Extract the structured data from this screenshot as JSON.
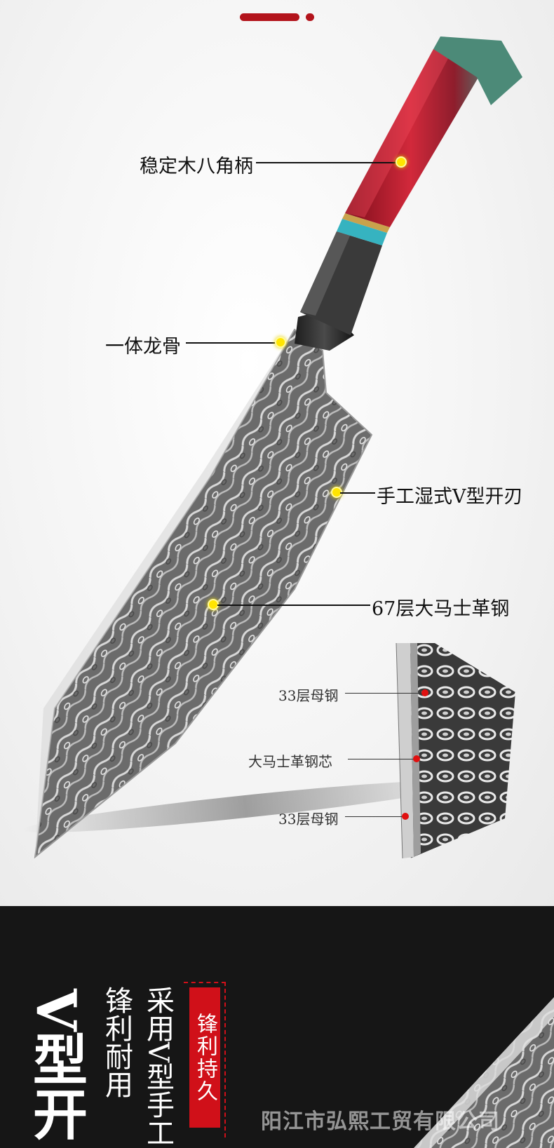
{
  "callouts": {
    "handle": "稳定木八角柄",
    "tang": "一体龙骨",
    "edge": "手工湿式V型开刃",
    "steel": "67层大马士革钢"
  },
  "layers": {
    "outer_top": "33层母钢",
    "core": "大马士革钢芯",
    "outer_bottom": "33层母钢"
  },
  "bottom": {
    "title": "V型开",
    "subtitle_1": "锋利耐用",
    "subtitle_2": "采用V型手工",
    "badge": "锋利持久",
    "company": "阳江市弘熙工贸有限公司"
  },
  "colors": {
    "accent": "#b3141c",
    "dot": "#ffe500",
    "dark_bg": "#161616"
  }
}
